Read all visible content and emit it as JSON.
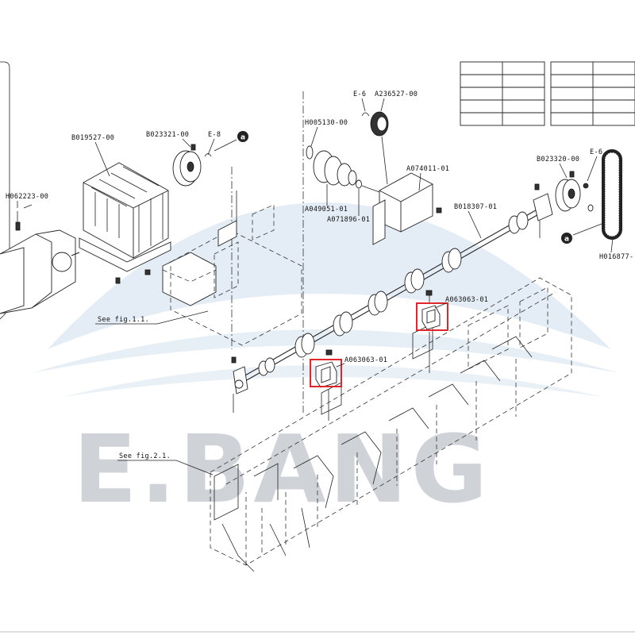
{
  "watermark": {
    "text": "E.BANG",
    "logo_color": "#cfe0ee",
    "text_color": "#cfd3d8"
  },
  "highlight_color": "#e0262a",
  "parts": {
    "motor_screw": "H062223-00",
    "bracket": "B019527-00",
    "gear_left": "B023321-00",
    "ering_left": "E-8",
    "ref_a_left": "a",
    "ering_top": "E-6",
    "gear_top": "A236527-00",
    "bush_top": "H005130-00",
    "gear_cluster": "A049051-01",
    "shaft_pin": "A071896-01",
    "motor_bracket": "A074011-01",
    "roller_shaft": "B018307-01",
    "gear_right": "B023320-00",
    "ering_right": "E-6",
    "belt": "H016877-",
    "ref_a_right": "a",
    "clip_upper": "A063063-01",
    "clip_lower": "A063063-01"
  },
  "references": {
    "fig_1_1": "See fig.1.1.",
    "fig_2_1": "See fig.2.1."
  }
}
